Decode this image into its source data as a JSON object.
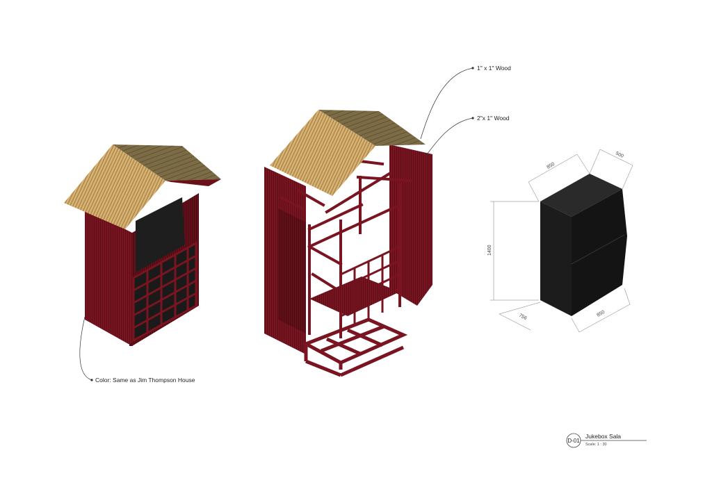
{
  "annotations": {
    "wood_1x1": "1\" x 1\" Wood",
    "wood_2x1": "2\"x 1\" Wood",
    "color_note": "Color: Same as Jim Thompson House"
  },
  "dimensions": {
    "top_width": "850",
    "top_depth": "500",
    "height": "1400",
    "bottom_depth": "756",
    "bottom_width": "850"
  },
  "title_block": {
    "id": "D-01",
    "title": "Jukebox Sala",
    "scale": "Scale:  1 : 30"
  },
  "colors": {
    "body": "#7a1420",
    "body_dark": "#5a0e18",
    "thatch": "#c9a46a",
    "roof_top": "#7a6a45",
    "panel": "#1e1e1e",
    "jukebox": "#1c1c1c"
  }
}
